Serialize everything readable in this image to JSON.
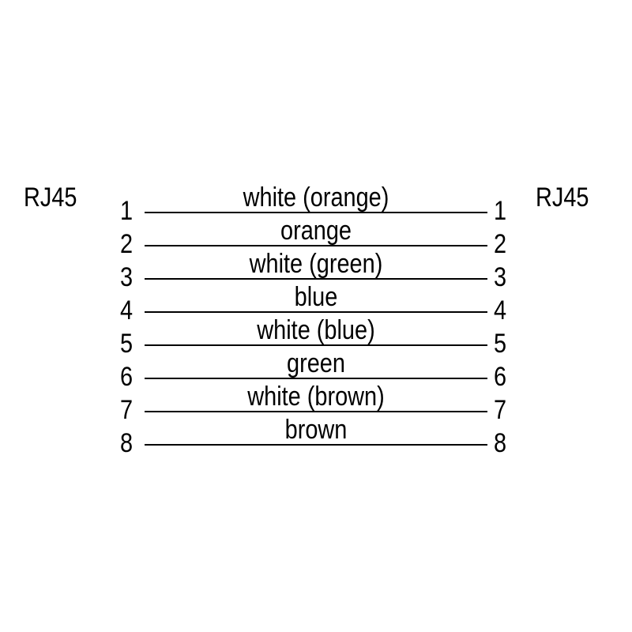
{
  "left_connector": "RJ45",
  "right_connector": "RJ45",
  "wires": [
    {
      "pin": "1",
      "label": "white (orange)"
    },
    {
      "pin": "2",
      "label": "orange"
    },
    {
      "pin": "3",
      "label": "white (green)"
    },
    {
      "pin": "4",
      "label": "blue"
    },
    {
      "pin": "5",
      "label": "white (blue)"
    },
    {
      "pin": "6",
      "label": "green"
    },
    {
      "pin": "7",
      "label": "white (brown)"
    },
    {
      "pin": "8",
      "label": "brown"
    }
  ]
}
